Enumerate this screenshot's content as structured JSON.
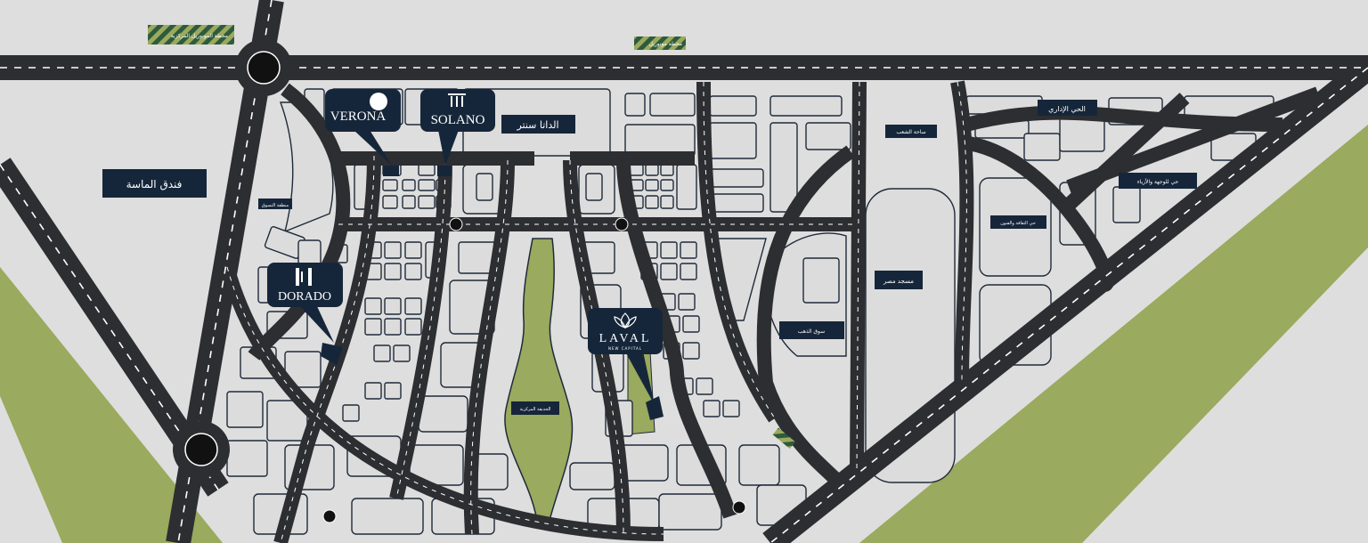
{
  "colors": {
    "background": "#dedede",
    "road": "#2c2e31",
    "road_dash": "#ffffff",
    "block_fill": "#dcdcdc",
    "block_stroke": "#1f2a3a",
    "green": "#9aaa5e",
    "label_bg": "#16263a",
    "label_text": "#ffffff"
  },
  "stations": {
    "metro_station": "محطة المونوريل المركزية",
    "train_station": "محطة مونوريل"
  },
  "landmarks": {
    "hotel": "فندق الماسة",
    "data_center": "الداتا سنتر",
    "market": "منطقة التسوق",
    "gold_square": "ساحة الشعب",
    "admin_district": "الحي الإداري",
    "embassy_district": "حي للوجهة والأزياء",
    "arts_district": "حي الثقافة والفنون",
    "egypt_mosque": "مسجد مصر",
    "gold_market": "سوق الذهب",
    "central_park": "الحديقة المركزية"
  },
  "projects": {
    "verona": "VERONA",
    "solano": "SOLANO",
    "dorado": "DORADO",
    "laval": "LAVAL",
    "laval_sub": "NEW CAPITAL"
  }
}
